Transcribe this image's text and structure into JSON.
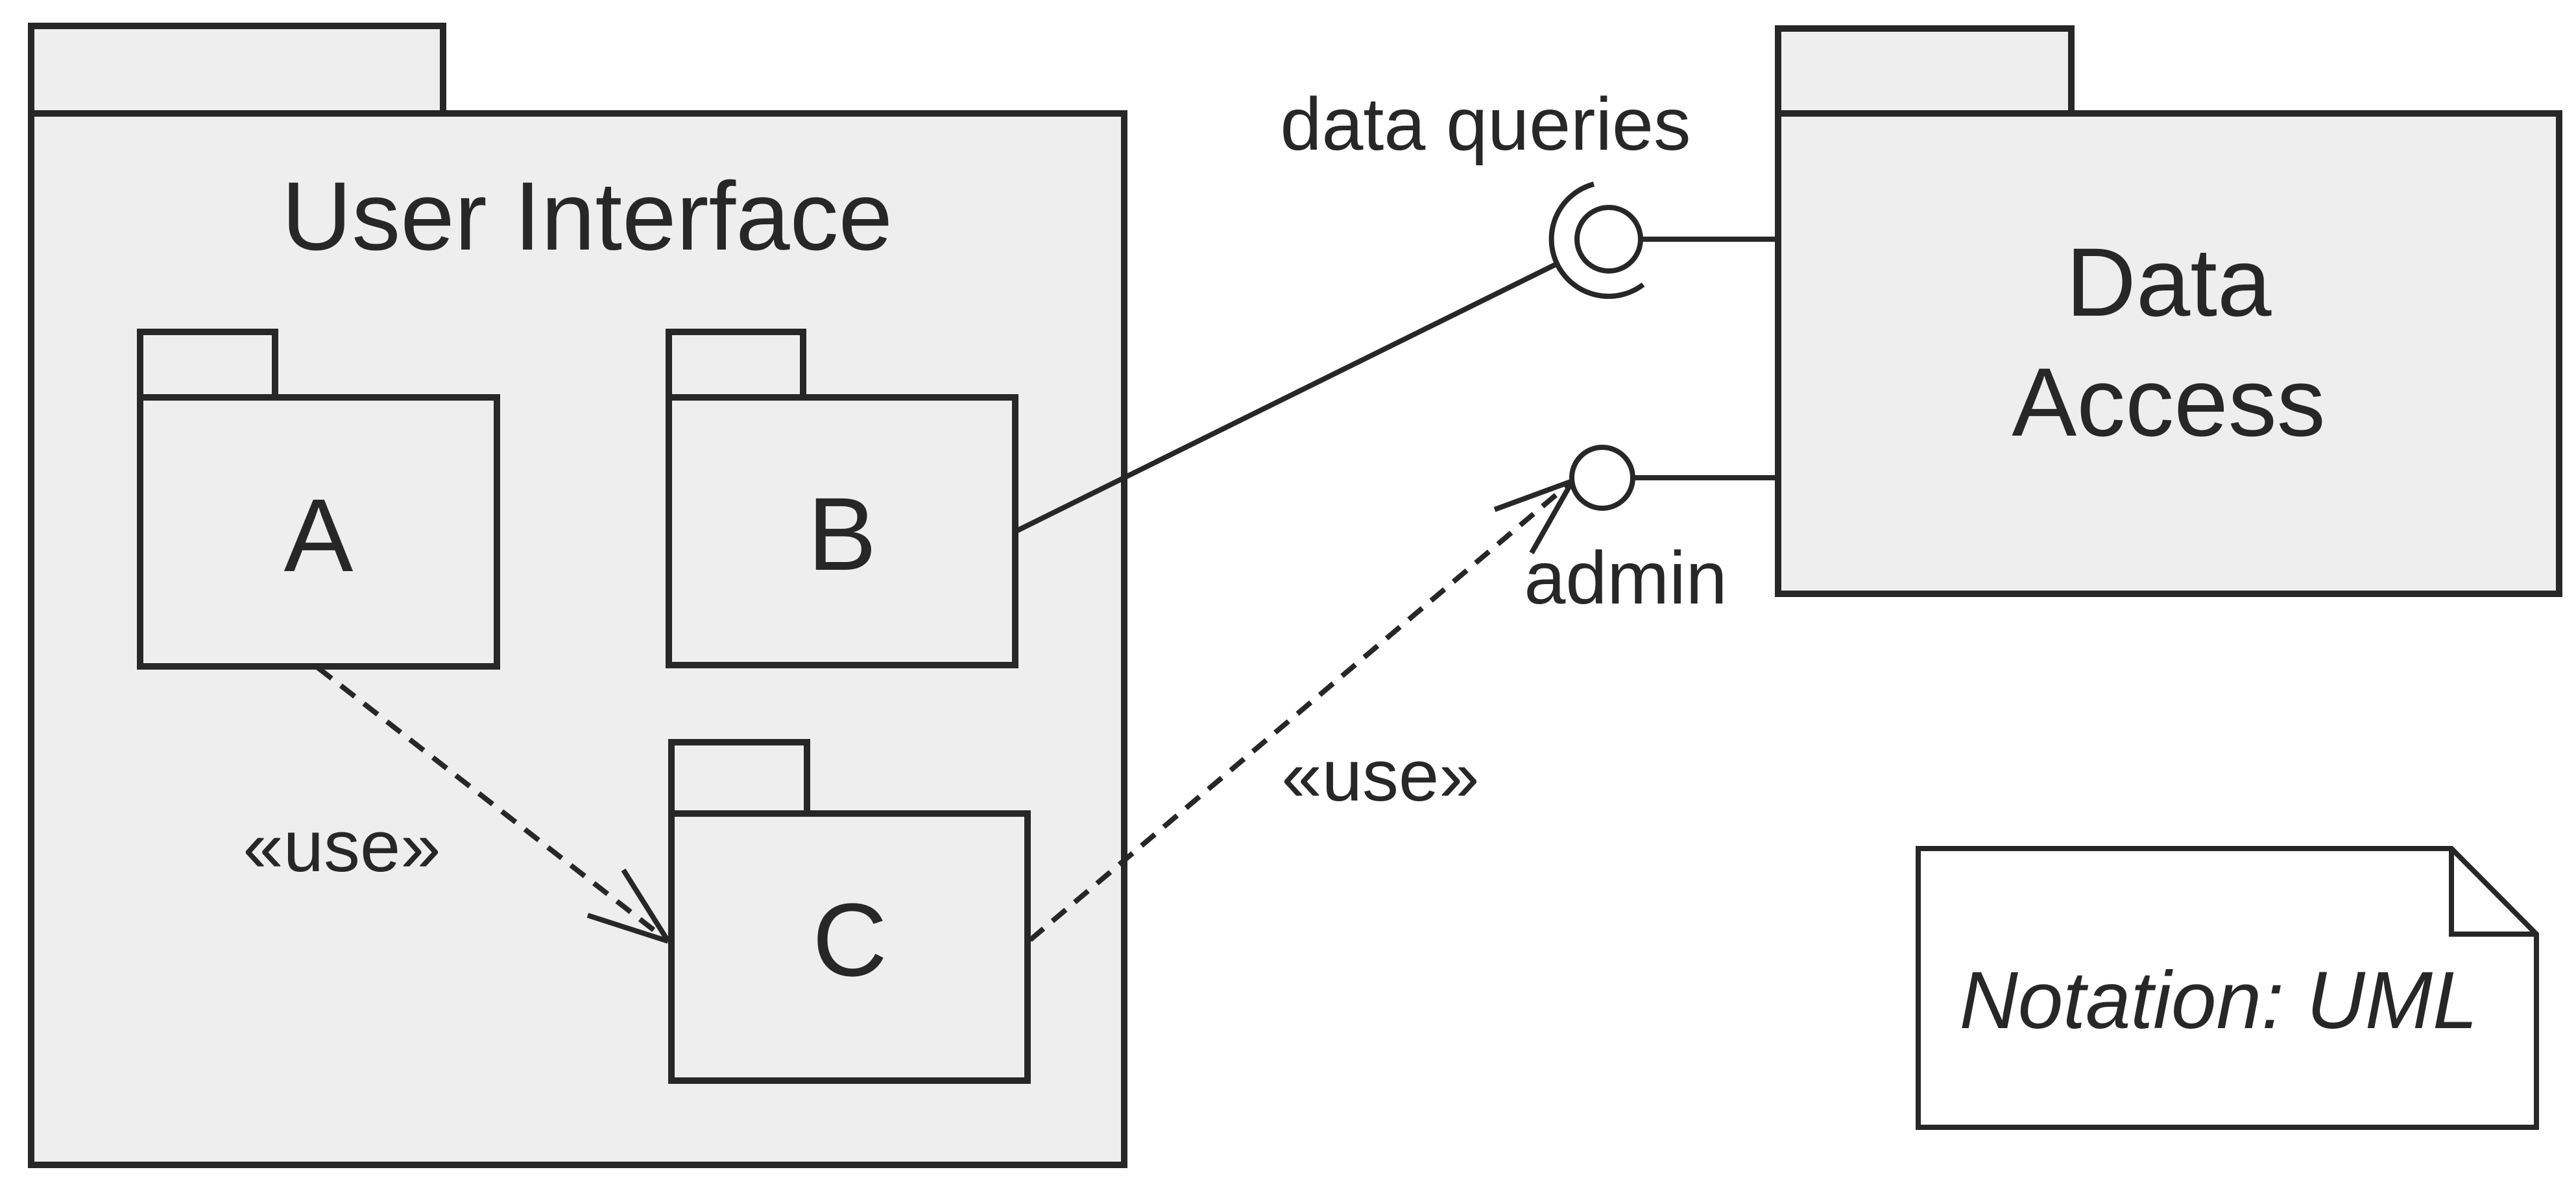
{
  "diagram": {
    "type": "uml-package-diagram",
    "packages": {
      "user_interface": {
        "label": "User Interface"
      },
      "a": {
        "label": "A"
      },
      "b": {
        "label": "B"
      },
      "c": {
        "label": "C"
      },
      "data_access": {
        "line1": "Data",
        "line2": "Access"
      }
    },
    "interfaces": {
      "data_queries": {
        "label": "data queries",
        "kind": "ball-and-socket"
      },
      "admin": {
        "label": "admin",
        "kind": "ball"
      }
    },
    "dependencies": {
      "a_to_c": {
        "stereotype": "«use»",
        "style": "dashed-open-arrow"
      },
      "c_to_admin": {
        "stereotype": "«use»",
        "style": "dashed-open-arrow"
      }
    },
    "note": {
      "text": "Notation: UML"
    },
    "colors": {
      "line": "#272727",
      "package_fill": "#eeeeee",
      "note_fill": "#ffffff",
      "background": "#ffffff"
    }
  }
}
